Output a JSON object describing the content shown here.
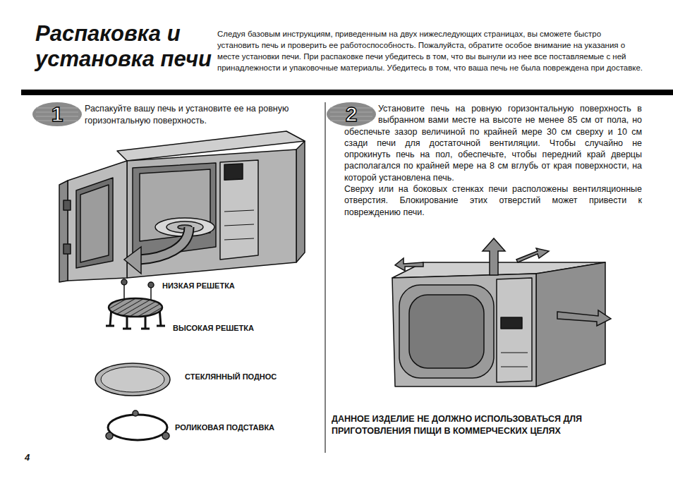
{
  "diagram": {
    "title": "Распаковка и установка печи",
    "nodes": [
      {
        "text": [
          "1"
        ]
      },
      {
        "text": [
          "2"
        ]
      }
    ],
    "labels": [
      "Следуя базовым инструкциям, приведенным на двух нижеследующих страницах, вы сможете быстро установить печь и проверить ее работоспособность. Пожалуйста, обратите особое внимание на указания о месте установки печи. При распаковке печи убедитесь в том, что вы вынули из нее все поставляемые с ней принадлежности и упаковочные материалы. Убедитесь в том, что ваша печь не была повреждена при доставке.",
      "Распакуйте вашу печь и установите ее на ровную горизонтальную поверхность.",
      "НИЗКАЯ РЕШЕТКА",
      "ВЫСОКАЯ РЕШЕТКА",
      "СТЕКЛЯННЫЙ ПОДНОС",
      "РОЛИКОВАЯ ПОДСТАВКА",
      "Установите печь на ровную горизонтальную поверхность в выбранном вами месте на высоте не менее 85 см от пола, но обеспечьте зазор величиной по крайней мере 30 см сверху и 10 см сзади печи для достаточной вентиляции. Чтобы случайно не опрокинуть печь на пол, обеспечьте, чтобы передний край дверцы располагался по крайней мере на 8 см вглубь от края поверхности, на которой установлена печь.",
      "Сверху или на боковых стенках печи расположены вентиляционные отверстия. Блокирование этих отверстий может привести к повреждению печи.",
      "ДАННОЕ ИЗДЕЛИЕ НЕ ДОЛЖНО ИСПОЛЬЗОВАТЬСЯ ДЛЯ ПРИГОТОВЛЕНИЯ ПИЩИ В КОММЕРЧЕСКИХ ЦЕЛЯХ",
      "4"
    ]
  }
}
